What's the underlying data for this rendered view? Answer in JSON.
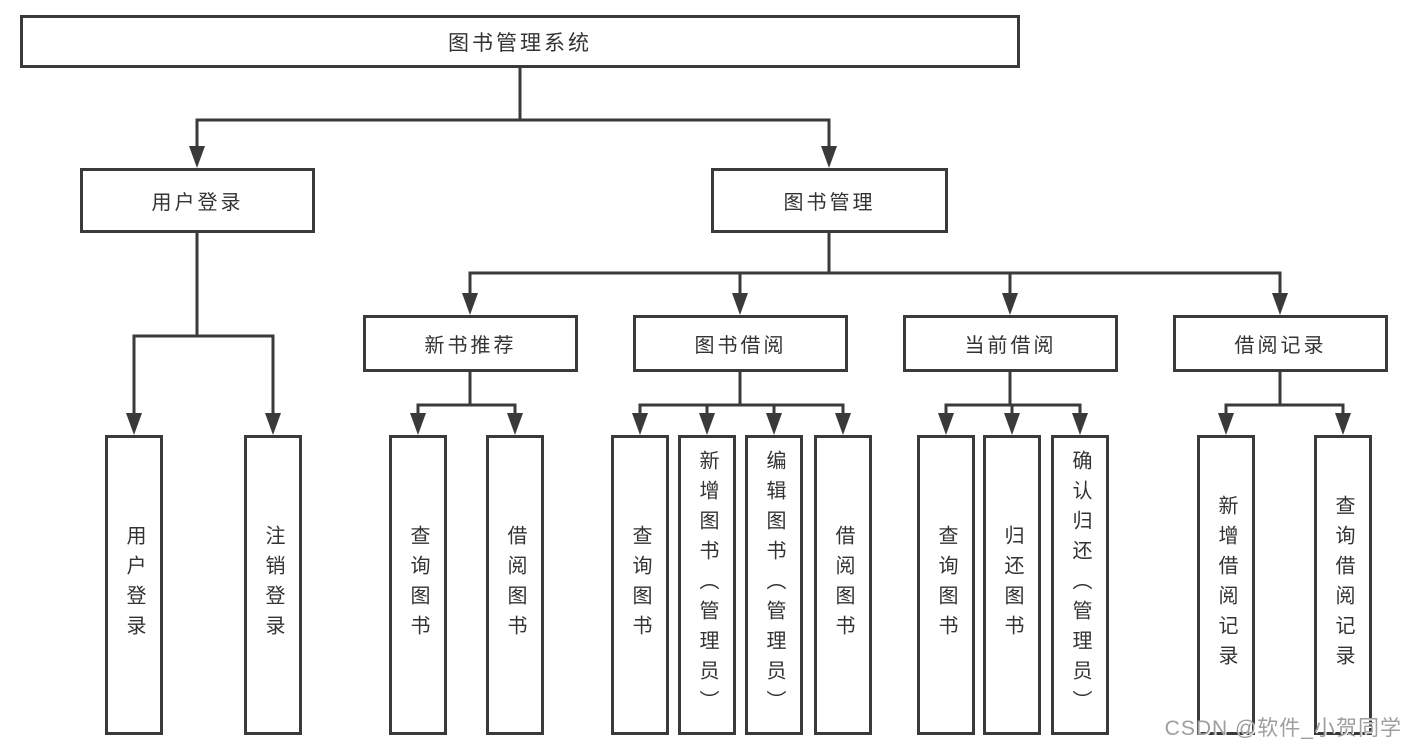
{
  "diagram": {
    "type": "hierarchy-tree",
    "root": {
      "label": "图书管理系统"
    },
    "level2": [
      {
        "label": "用户登录"
      },
      {
        "label": "图书管理"
      }
    ],
    "level3": [
      {
        "label": "新书推荐"
      },
      {
        "label": "图书借阅"
      },
      {
        "label": "当前借阅"
      },
      {
        "label": "借阅记录"
      }
    ],
    "leaves": {
      "user_login": [
        "用户登录",
        "注销登录"
      ],
      "new_book_recommend": [
        "查询图书",
        "借阅图书"
      ],
      "book_borrowing": [
        "查询图书",
        "新增图书（管理员）",
        "编辑图书（管理员）",
        "借阅图书"
      ],
      "current_borrowing": [
        "查询图书",
        "归还图书",
        "确认归还（管理员）"
      ],
      "borrowing_records": [
        "新增借阅记录",
        "查询借阅记录"
      ]
    }
  },
  "watermark": {
    "text": "CSDN @软件_小贺同学",
    "color": "#9e9ea0"
  },
  "colors": {
    "line": "#3a3a3a",
    "background": "#ffffff",
    "node_fill": "#ffffff",
    "text": "#333333"
  }
}
